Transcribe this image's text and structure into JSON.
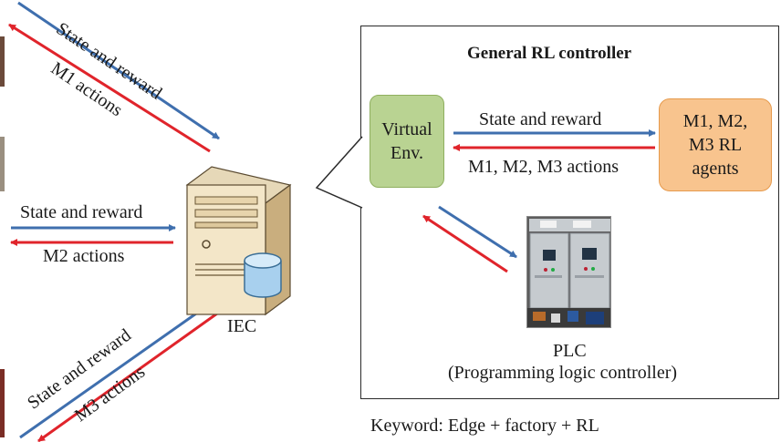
{
  "left_arrows": {
    "m1_up": "State and reward",
    "m1_down": "M1 actions",
    "m2_up": "State and reward",
    "m2_down": "M2 actions",
    "m3_up": "State and reward",
    "m3_down": "M3 actions"
  },
  "server": {
    "label": "IEC",
    "icon": "server-icon"
  },
  "controller": {
    "title": "General RL controller",
    "virtual_env": "Virtual Env.",
    "agents": "M1, M2,\nM3 RL\nagents",
    "top_arrow_label": "State and reward",
    "bottom_arrow_label": "M1, M2, M3 actions",
    "plc_name": "PLC",
    "plc_desc": "(Programming logic controller)"
  },
  "keyword": "Keyword: Edge + factory + RL",
  "colors": {
    "blue_arrow": "#3f6fae",
    "red_arrow": "#e0242b",
    "env_box": "#b9d392",
    "agent_box": "#f8c48e"
  }
}
